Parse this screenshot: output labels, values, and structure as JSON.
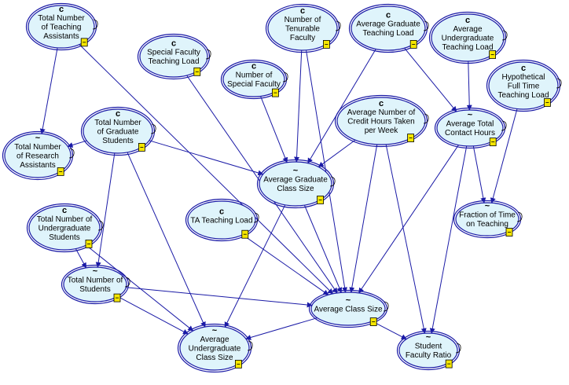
{
  "diagram": {
    "nodes": [
      {
        "id": "ta",
        "type_symbol": "c",
        "label_lines": [
          "Total Number",
          "of Teaching",
          "Assistants"
        ]
      },
      {
        "id": "tenurable",
        "type_symbol": "c",
        "label_lines": [
          "Number of",
          "Tenurable",
          "Faculty"
        ]
      },
      {
        "id": "avg_grad_teach",
        "type_symbol": "c",
        "label_lines": [
          "Average Graduate",
          "Teaching Load"
        ]
      },
      {
        "id": "avg_ugrad_teach",
        "type_symbol": "c",
        "label_lines": [
          "Average",
          "Undergraduate",
          "Teaching Load"
        ]
      },
      {
        "id": "special_load",
        "type_symbol": "c",
        "label_lines": [
          "Special Faculty",
          "Teaching Load"
        ]
      },
      {
        "id": "special_num",
        "type_symbol": "c",
        "label_lines": [
          "Number of",
          "Special Faculty"
        ]
      },
      {
        "id": "hyp_ft",
        "type_symbol": "c",
        "label_lines": [
          "Hypothetical",
          "Full Time",
          "Teaching Load"
        ]
      },
      {
        "id": "grad_students",
        "type_symbol": "c",
        "label_lines": [
          "Total Number",
          "of Graduate",
          "Students"
        ]
      },
      {
        "id": "credit_hours",
        "type_symbol": "c",
        "label_lines": [
          "Average Number of",
          "Credit Hours Taken",
          "per Week"
        ]
      },
      {
        "id": "contact_hours",
        "type_symbol": "~",
        "label_lines": [
          "Average Total",
          "Contact Hours"
        ]
      },
      {
        "id": "research_asst",
        "type_symbol": "~",
        "label_lines": [
          "Total Number",
          "of Research",
          "Assistants"
        ]
      },
      {
        "id": "grad_class",
        "type_symbol": "~",
        "label_lines": [
          "Average Graduate",
          "Class Size"
        ]
      },
      {
        "id": "ta_load",
        "type_symbol": "c",
        "label_lines": [
          "TA Teaching Load"
        ]
      },
      {
        "id": "ugrad_students",
        "type_symbol": "c",
        "label_lines": [
          "Total Number of",
          "Undergraduate",
          "Students"
        ]
      },
      {
        "id": "frac_time",
        "type_symbol": "~",
        "label_lines": [
          "Fraction of Time",
          "on Teaching"
        ]
      },
      {
        "id": "total_students",
        "type_symbol": "~",
        "label_lines": [
          "Total Number of",
          "Students"
        ]
      },
      {
        "id": "avg_class",
        "type_symbol": "~",
        "label_lines": [
          "Average Class Size"
        ]
      },
      {
        "id": "ugrad_class",
        "type_symbol": "~",
        "label_lines": [
          "Average",
          "Undergraduate",
          "Class Size"
        ]
      },
      {
        "id": "sfr",
        "type_symbol": "~",
        "label_lines": [
          "Student",
          "Faculty Ratio"
        ]
      }
    ],
    "edges": [
      [
        "ta",
        "research_asst"
      ],
      [
        "ta",
        "avg_class"
      ],
      [
        "grad_students",
        "research_asst"
      ],
      [
        "grad_students",
        "grad_class"
      ],
      [
        "grad_students",
        "total_students"
      ],
      [
        "grad_students",
        "ugrad_class"
      ],
      [
        "special_load",
        "avg_class"
      ],
      [
        "special_num",
        "grad_class"
      ],
      [
        "tenurable",
        "grad_class"
      ],
      [
        "tenurable",
        "avg_class"
      ],
      [
        "avg_grad_teach",
        "grad_class"
      ],
      [
        "avg_grad_teach",
        "contact_hours"
      ],
      [
        "avg_ugrad_teach",
        "contact_hours"
      ],
      [
        "credit_hours",
        "grad_class"
      ],
      [
        "credit_hours",
        "avg_class"
      ],
      [
        "credit_hours",
        "sfr"
      ],
      [
        "hyp_ft",
        "frac_time"
      ],
      [
        "contact_hours",
        "frac_time"
      ],
      [
        "contact_hours",
        "avg_class"
      ],
      [
        "contact_hours",
        "sfr"
      ],
      [
        "grad_class",
        "avg_class"
      ],
      [
        "grad_class",
        "ugrad_class"
      ],
      [
        "ta_load",
        "avg_class"
      ],
      [
        "ugrad_students",
        "total_students"
      ],
      [
        "ugrad_students",
        "ugrad_class"
      ],
      [
        "total_students",
        "avg_class"
      ],
      [
        "total_students",
        "ugrad_class"
      ],
      [
        "avg_class",
        "ugrad_class"
      ],
      [
        "avg_class",
        "sfr"
      ]
    ]
  }
}
